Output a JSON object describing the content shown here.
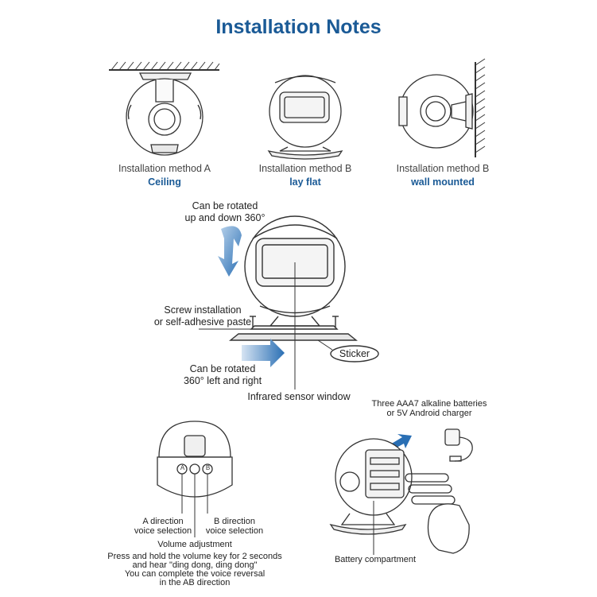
{
  "title": "Installation Notes",
  "methods": [
    {
      "label": "Installation method A",
      "name": "Ceiling"
    },
    {
      "label": "Installation method B",
      "name": "lay flat"
    },
    {
      "label": "Installation method B",
      "name": "wall mounted"
    }
  ],
  "callouts": {
    "rotate_vertical": [
      "Can be rotated",
      "up and down 360°"
    ],
    "screw": [
      "Screw installation",
      "or self-adhesive paste"
    ],
    "sticker": "Sticker",
    "rotate_horizontal": [
      "Can be rotated",
      "360° left and right"
    ],
    "sensor_window": "Infrared sensor window",
    "batteries": [
      "Three AAA7 alkaline batteries",
      "or 5V Android charger"
    ],
    "a_direction": [
      "A direction",
      "voice selection"
    ],
    "b_direction": [
      "B direction",
      "voice selection"
    ],
    "volume": "Volume adjustment",
    "reversal": [
      "Press and hold the volume key for 2 seconds",
      "and hear \"ding dong, ding dong\"",
      "You can complete the voice reversal",
      "in the AB direction"
    ],
    "battery_compartment": "Battery compartment"
  },
  "button_letters": [
    "A",
    "B"
  ],
  "colors": {
    "title": "#1a5a96",
    "arrow": "#2a6fb4",
    "line": "#333333"
  }
}
